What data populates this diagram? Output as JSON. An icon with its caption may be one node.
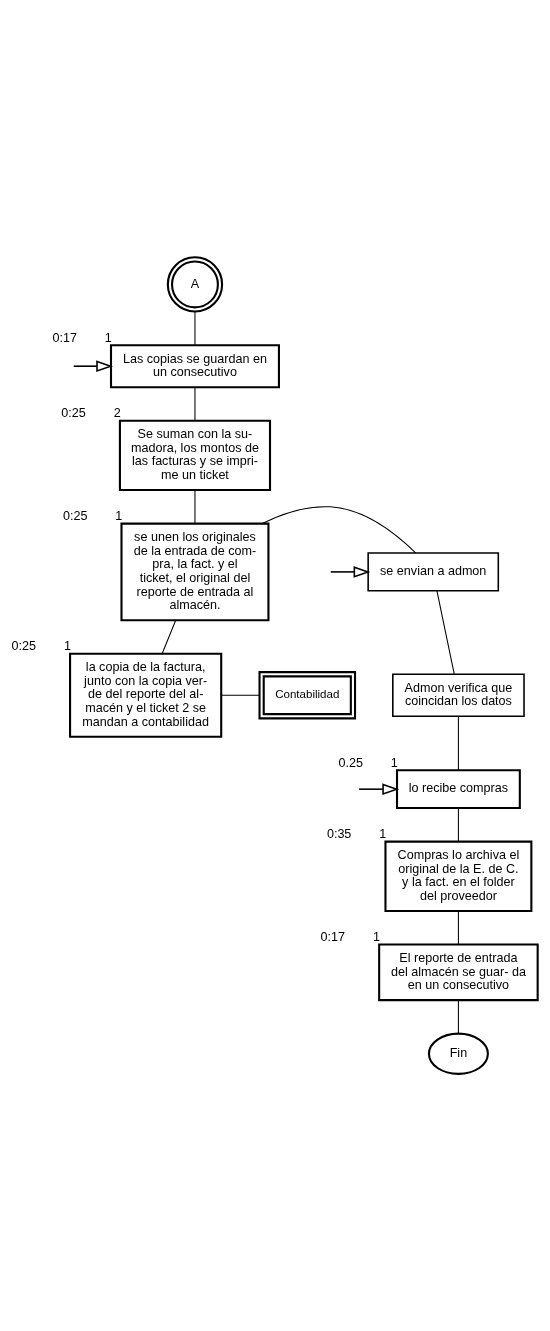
{
  "diagram": {
    "nodes": [
      {
        "text": [
          "A"
        ]
      },
      {
        "text": [
          "Las copias se guardan en un consecutivo"
        ],
        "beside": [
          "0:17",
          "1"
        ]
      },
      {
        "text": [
          "Se suman con la su- madora, los montos de las facturas y se impri- me un ticket"
        ],
        "beside": [
          "0:25",
          "2"
        ]
      },
      {
        "text": [
          "se unen los originales de la entrada de com- pra, la fact. y el ticket, el original del reporte de entrada al almacén."
        ],
        "beside": [
          "0:25",
          "1"
        ]
      },
      {
        "text": [
          "se envian a admon"
        ]
      },
      {
        "text": [
          "Admon verifica que coincidan los datos"
        ]
      },
      {
        "text": [
          "la copia de la factura, junto con la copia ver- de del reporte del al- macén y el ticket 2 se mandan a contabilidad"
        ],
        "beside": [
          "0:25",
          "1"
        ]
      },
      {
        "text": [
          "Contabilidad"
        ]
      },
      {
        "text": [
          "lo recibe compras"
        ],
        "beside": [
          "0.25",
          "1"
        ]
      },
      {
        "text": [
          "Compras lo archiva el original de la E. de C. y la fact. en el folder del proveedor"
        ],
        "beside": [
          "0:35",
          "1"
        ]
      },
      {
        "text": [
          "El reporte de entrada del almacén se guar- da en un consecutivo"
        ],
        "beside": [
          "0:17",
          "1"
        ]
      },
      {
        "text": [
          "Fin"
        ]
      }
    ],
    "edges": [
      {
        "from": 0,
        "to": 1,
        "arrow": "none"
      },
      {
        "from": null,
        "to": 1,
        "arrow": "to"
      },
      {
        "from": 1,
        "to": 2,
        "arrow": "none"
      },
      {
        "from": 2,
        "to": 3,
        "arrow": "none"
      },
      {
        "from": 3,
        "to": 4,
        "arrow": "none"
      },
      {
        "from": null,
        "to": 4,
        "arrow": "to"
      },
      {
        "from": 4,
        "to": 5,
        "arrow": "none"
      },
      {
        "from": 3,
        "to": 6,
        "arrow": "none"
      },
      {
        "from": 6,
        "to": 7,
        "arrow": "none"
      },
      {
        "from": 5,
        "to": 8,
        "arrow": "none"
      },
      {
        "from": null,
        "to": 8,
        "arrow": "to"
      },
      {
        "from": 8,
        "to": 9,
        "arrow": "none"
      },
      {
        "from": 9,
        "to": 10,
        "arrow": "none"
      },
      {
        "from": 10,
        "to": 11,
        "arrow": "none"
      }
    ]
  }
}
